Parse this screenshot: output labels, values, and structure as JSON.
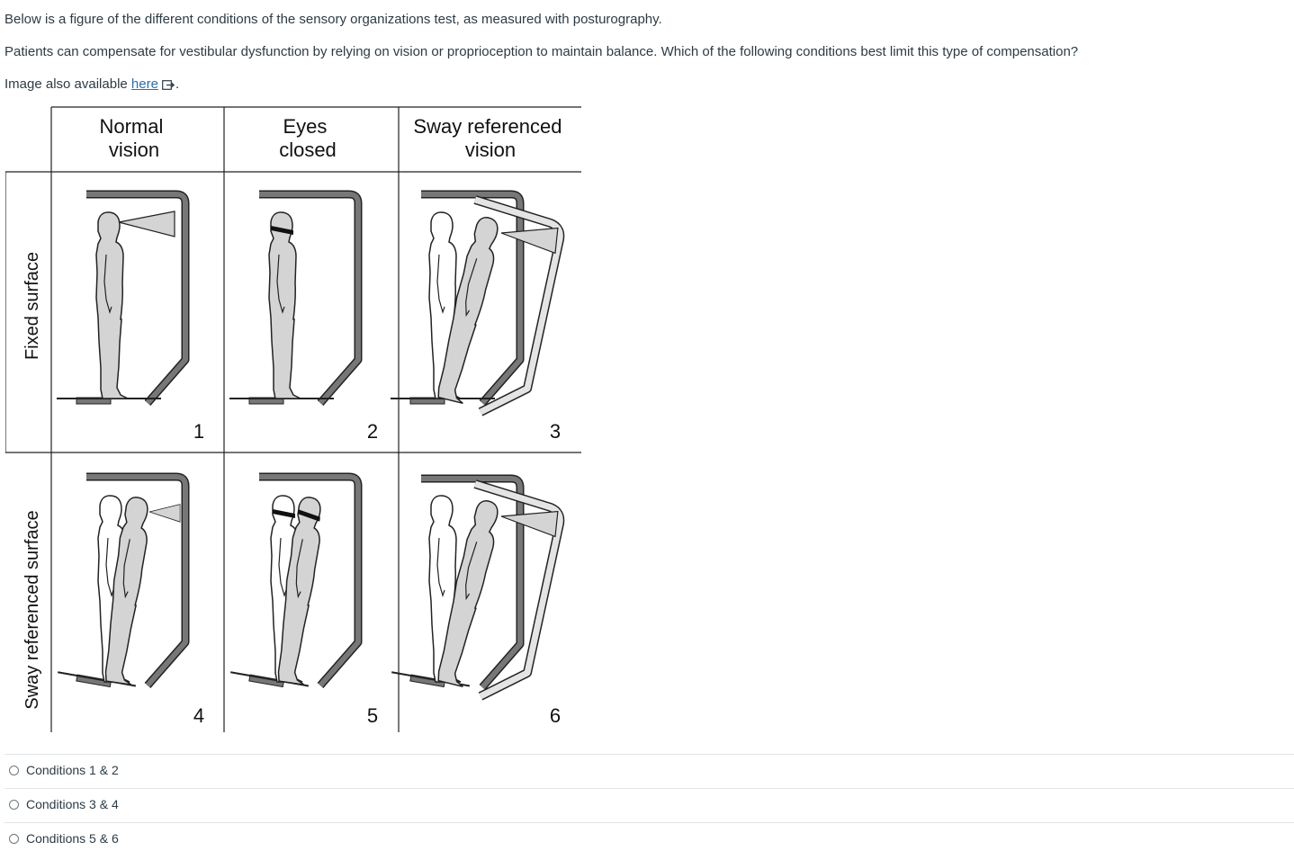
{
  "question": {
    "intro": "Below is a figure of the different conditions of the sensory organizations test, as measured with posturography.",
    "prompt": "Patients can compensate for vestibular dysfunction by relying on vision or proprioception to maintain balance.  Which of the following conditions best limit this type of compensation?",
    "image_note_prefix": "Image also available ",
    "image_link_label": "here",
    "image_note_suffix": "."
  },
  "figure": {
    "column_headers": [
      [
        "Normal",
        "vision"
      ],
      [
        "Eyes",
        "closed"
      ],
      [
        "Sway referenced",
        "vision"
      ]
    ],
    "row_labels": [
      "Fixed surface",
      "Sway referenced surface"
    ],
    "condition_numbers": [
      "1",
      "2",
      "3",
      "4",
      "5",
      "6"
    ]
  },
  "options": [
    {
      "label": "Conditions 1 & 2"
    },
    {
      "label": "Conditions 3 & 4"
    },
    {
      "label": "Conditions 5 & 6"
    }
  ],
  "colors": {
    "text": "#2d3b45",
    "link": "#2a6fb0",
    "booth": "#777777",
    "figure_fill": "#d4d4d4",
    "separator": "#e1e4e8"
  },
  "icons": {
    "external_link": "external-link-icon",
    "radio": "radio-unchecked-icon"
  }
}
